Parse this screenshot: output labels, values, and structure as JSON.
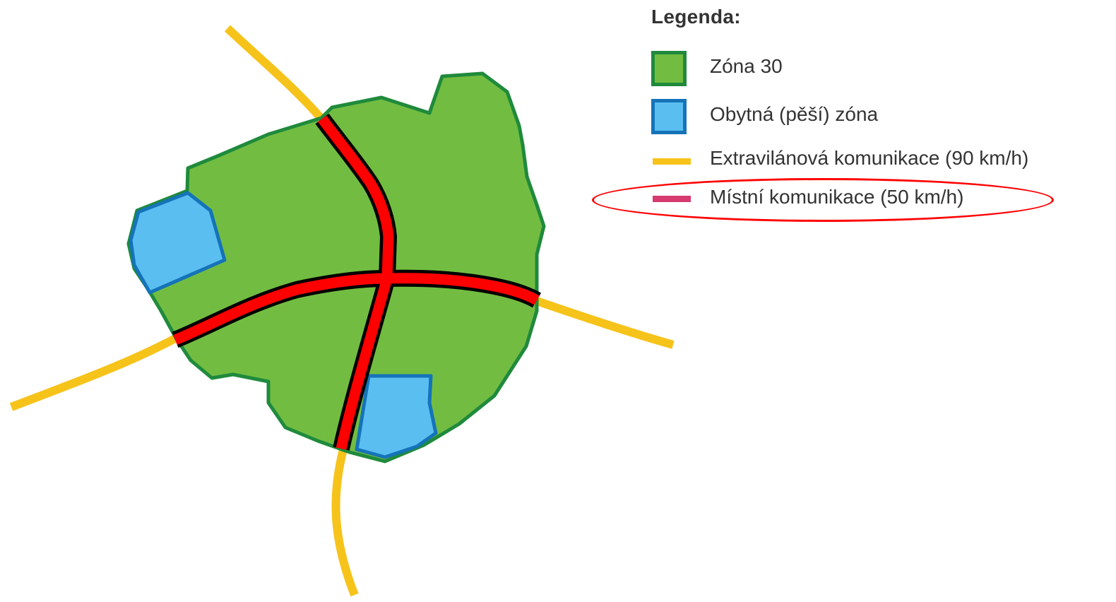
{
  "colors": {
    "zone30_fill": "#72bd41",
    "zone30_stroke": "#1f8a3c",
    "pedestrian_fill": "#5bbef1",
    "pedestrian_stroke": "#1573b8",
    "extravilan_road": "#f6c31b",
    "local_road_map": "#ff0000",
    "local_road_outline": "#000000",
    "local_road_legend": "#d63a6e",
    "highlight_ellipse": "#ff0000",
    "legend_text": "#333333"
  },
  "legend": {
    "title": "Legenda:",
    "items": [
      {
        "label": "Zóna 30",
        "icon": "green-square-icon"
      },
      {
        "label": "Obytná (pěší) zóna",
        "icon": "blue-square-icon"
      },
      {
        "label": "Extravilánová komunikace (90 km/h)",
        "icon": "yellow-line-icon"
      },
      {
        "label": "Místní komunikace (50 km/h)",
        "icon": "pink-line-icon"
      }
    ],
    "highlighted_item": "Místní komunikace (50 km/h)"
  }
}
